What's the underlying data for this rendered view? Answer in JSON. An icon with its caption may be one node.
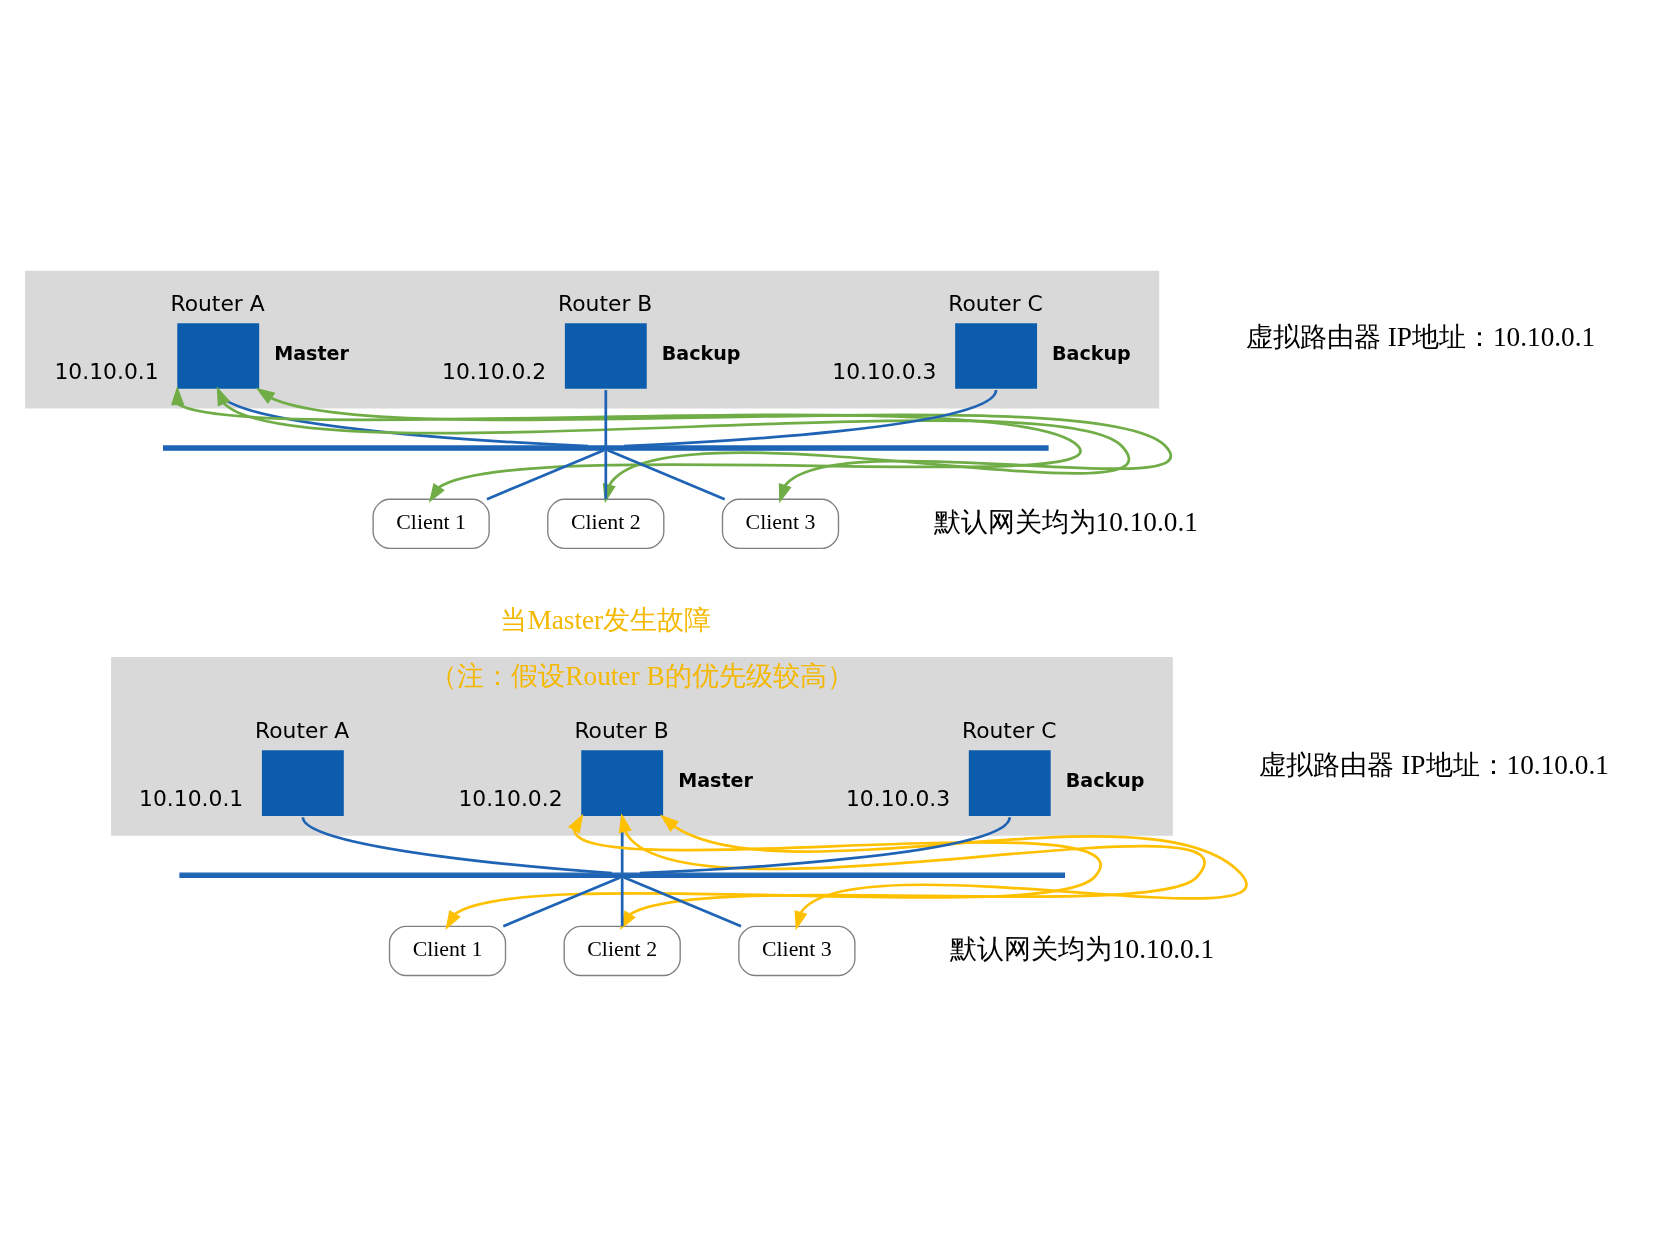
{
  "diagram": {
    "nodes": [
      {
        "text": [],
        "shape": "box"
      },
      {
        "text": [
          "Router A"
        ],
        "beside": [
          "Master",
          "10.10.0.1"
        ],
        "in": 0
      },
      {
        "text": [
          "Router B"
        ],
        "beside": [
          "Backup",
          "10.10.0.2"
        ],
        "in": 0
      },
      {
        "text": [
          "Router C"
        ],
        "beside": [
          "Backup",
          "10.10.0.3"
        ],
        "in": 0
      },
      {
        "text": [],
        "shape": "bar"
      },
      {
        "text": [
          "Client 1"
        ]
      },
      {
        "text": [
          "Client 2"
        ]
      },
      {
        "text": [
          "Client 3"
        ]
      },
      {
        "text": [
          "（注：假设Router B的优先级较高）"
        ]
      },
      {
        "text": [
          "Router A"
        ],
        "beside": [
          "10.10.0.1"
        ],
        "in": 8
      },
      {
        "text": [
          "Router B"
        ],
        "beside": [
          "Master",
          "10.10.0.2"
        ],
        "in": 8
      },
      {
        "text": [
          "Router C"
        ],
        "beside": [
          "Backup",
          "10.10.0.3"
        ],
        "in": 8
      },
      {
        "text": [],
        "shape": "bar"
      },
      {
        "text": [
          "Client 1"
        ]
      },
      {
        "text": [
          "Client 2"
        ]
      },
      {
        "text": [
          "Client 3"
        ]
      }
    ],
    "edges": [
      {
        "from": 1,
        "to": 4,
        "arrow": "none",
        "color": "#1f64b4"
      },
      {
        "from": 2,
        "to": 4,
        "arrow": "none",
        "color": "#1f64b4"
      },
      {
        "from": 3,
        "to": 4,
        "arrow": "none",
        "color": "#1f64b4"
      },
      {
        "from": 4,
        "to": 5,
        "arrow": "none",
        "color": "#1f64b4"
      },
      {
        "from": 4,
        "to": 6,
        "arrow": "none",
        "color": "#1f64b4"
      },
      {
        "from": 4,
        "to": 7,
        "arrow": "none",
        "color": "#1f64b4"
      },
      {
        "from": 1,
        "to": 5,
        "arrow": "both",
        "color": "#70ad47"
      },
      {
        "from": 1,
        "to": 6,
        "arrow": "both",
        "color": "#70ad47"
      },
      {
        "from": 1,
        "to": 7,
        "arrow": "both",
        "color": "#70ad47"
      },
      {
        "from": 9,
        "to": 12,
        "arrow": "none",
        "color": "#1f64b4"
      },
      {
        "from": 10,
        "to": 12,
        "arrow": "none",
        "color": "#1f64b4"
      },
      {
        "from": 11,
        "to": 12,
        "arrow": "none",
        "color": "#1f64b4"
      },
      {
        "from": 12,
        "to": 13,
        "arrow": "none",
        "color": "#1f64b4"
      },
      {
        "from": 12,
        "to": 14,
        "arrow": "none",
        "color": "#1f64b4"
      },
      {
        "from": 12,
        "to": 15,
        "arrow": "none",
        "color": "#1f64b4"
      },
      {
        "from": 10,
        "to": 13,
        "arrow": "both",
        "color": "#ffc000"
      },
      {
        "from": 10,
        "to": 14,
        "arrow": "both",
        "color": "#ffc000"
      },
      {
        "from": 10,
        "to": 15,
        "arrow": "both",
        "color": "#ffc000"
      }
    ],
    "labels": [
      "虚拟路由器 IP地址：10.10.0.1",
      "默认网关均为10.10.0.1",
      "当Master发生故障",
      "虚拟路由器 IP地址：10.10.0.1",
      "默认网关均为10.10.0.1"
    ]
  }
}
